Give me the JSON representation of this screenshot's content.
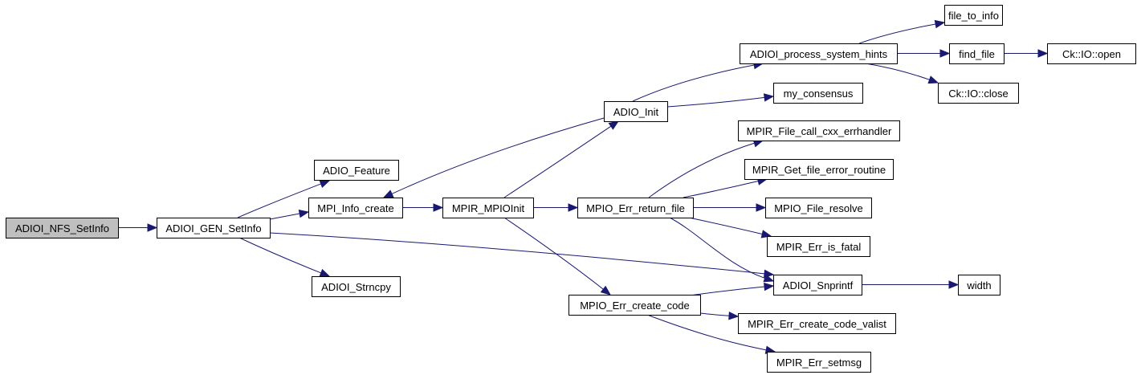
{
  "graph": {
    "title": "Call graph for ADIOI_NFS_SetInfo",
    "colors": {
      "edge": "#191970",
      "root_fill": "#bfbfbf",
      "node_fill": "#ffffff",
      "node_border": "#000000"
    },
    "root": "ADIOI_NFS_SetInfo",
    "nodes": [
      {
        "id": "nfs_setinfo",
        "label": "ADIOI_NFS_SetInfo",
        "root": true
      },
      {
        "id": "gen_setinfo",
        "label": "ADIOI_GEN_SetInfo"
      },
      {
        "id": "adio_feature",
        "label": "ADIO_Feature"
      },
      {
        "id": "mpi_info_create",
        "label": "MPI_Info_create"
      },
      {
        "id": "adioi_strncpy",
        "label": "ADIOI_Strncpy"
      },
      {
        "id": "mpir_mpioinit",
        "label": "MPIR_MPIOInit"
      },
      {
        "id": "adio_init",
        "label": "ADIO_Init"
      },
      {
        "id": "mpio_err_return_file",
        "label": "MPIO_Err_return_file"
      },
      {
        "id": "mpio_err_create_code",
        "label": "MPIO_Err_create_code"
      },
      {
        "id": "process_system_hints",
        "label": "ADIOI_process_system_hints"
      },
      {
        "id": "my_consensus",
        "label": "my_consensus"
      },
      {
        "id": "file_to_info",
        "label": "file_to_info"
      },
      {
        "id": "find_file",
        "label": "find_file"
      },
      {
        "id": "ck_io_open",
        "label": "Ck::IO::open"
      },
      {
        "id": "ck_io_close",
        "label": "Ck::IO::close"
      },
      {
        "id": "call_cxx_errhandler",
        "label": "MPIR_File_call_cxx_errhandler"
      },
      {
        "id": "get_file_error_routine",
        "label": "MPIR_Get_file_error_routine"
      },
      {
        "id": "mpio_file_resolve",
        "label": "MPIO_File_resolve"
      },
      {
        "id": "mpir_err_is_fatal",
        "label": "MPIR_Err_is_fatal"
      },
      {
        "id": "adioi_snprintf",
        "label": "ADIOI_Snprintf"
      },
      {
        "id": "width",
        "label": "width"
      },
      {
        "id": "create_code_valist",
        "label": "MPIR_Err_create_code_valist"
      },
      {
        "id": "mpir_err_setmsg",
        "label": "MPIR_Err_setmsg"
      }
    ],
    "edges": [
      {
        "from": "nfs_setinfo",
        "to": "gen_setinfo"
      },
      {
        "from": "gen_setinfo",
        "to": "adio_feature"
      },
      {
        "from": "gen_setinfo",
        "to": "mpi_info_create"
      },
      {
        "from": "gen_setinfo",
        "to": "adioi_snprintf"
      },
      {
        "from": "gen_setinfo",
        "to": "adioi_strncpy"
      },
      {
        "from": "mpi_info_create",
        "to": "mpir_mpioinit"
      },
      {
        "from": "mpir_mpioinit",
        "to": "adio_init"
      },
      {
        "from": "mpir_mpioinit",
        "to": "mpio_err_return_file"
      },
      {
        "from": "mpir_mpioinit",
        "to": "mpio_err_create_code"
      },
      {
        "from": "adio_init",
        "to": "mpi_info_create"
      },
      {
        "from": "adio_init",
        "to": "process_system_hints"
      },
      {
        "from": "adio_init",
        "to": "my_consensus"
      },
      {
        "from": "process_system_hints",
        "to": "file_to_info"
      },
      {
        "from": "process_system_hints",
        "to": "find_file"
      },
      {
        "from": "process_system_hints",
        "to": "ck_io_close"
      },
      {
        "from": "find_file",
        "to": "ck_io_open"
      },
      {
        "from": "mpio_err_return_file",
        "to": "call_cxx_errhandler"
      },
      {
        "from": "mpio_err_return_file",
        "to": "get_file_error_routine"
      },
      {
        "from": "mpio_err_return_file",
        "to": "mpio_file_resolve"
      },
      {
        "from": "mpio_err_return_file",
        "to": "mpir_err_is_fatal"
      },
      {
        "from": "mpio_err_return_file",
        "to": "adioi_snprintf"
      },
      {
        "from": "mpio_err_create_code",
        "to": "adioi_snprintf"
      },
      {
        "from": "mpio_err_create_code",
        "to": "create_code_valist"
      },
      {
        "from": "mpio_err_create_code",
        "to": "mpir_err_setmsg"
      },
      {
        "from": "adioi_snprintf",
        "to": "width"
      }
    ]
  }
}
